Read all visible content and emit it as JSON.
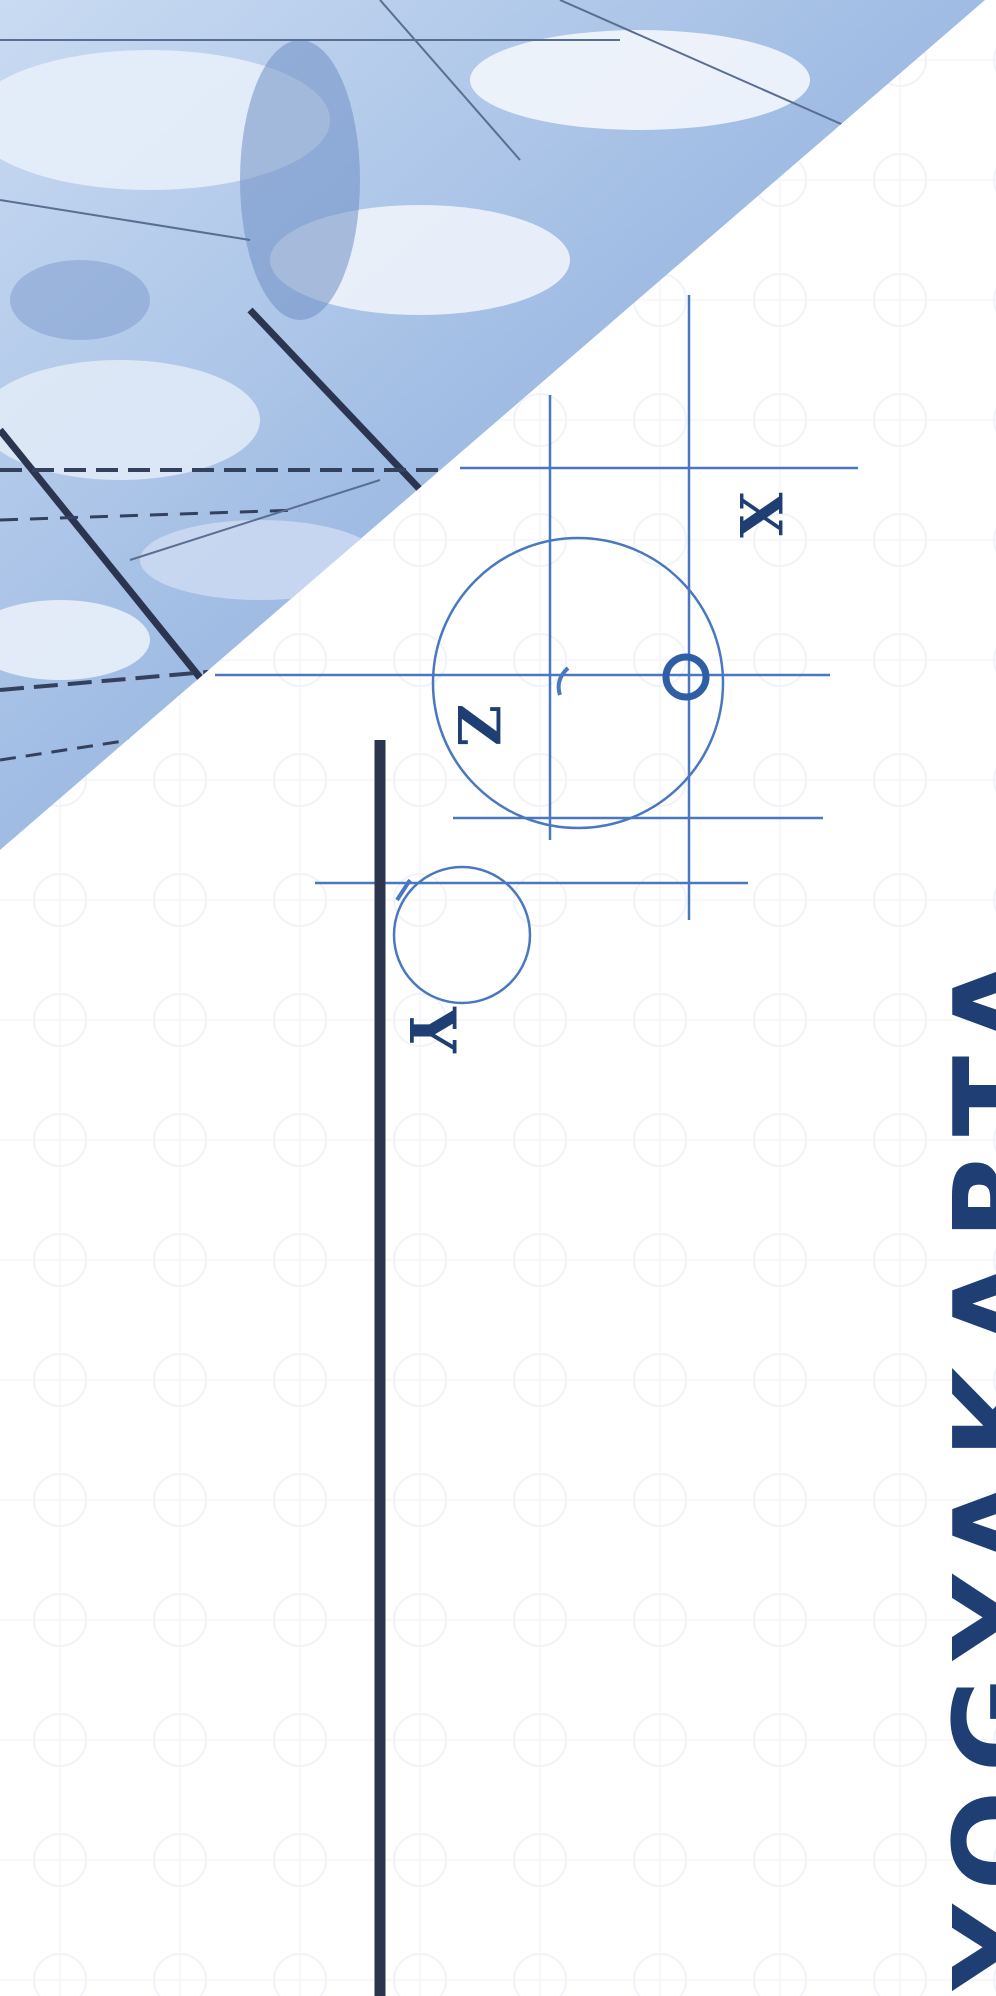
{
  "diagram": {
    "label_x": "X",
    "label_z": "Z",
    "label_y": "Y",
    "label_o": "O"
  },
  "title": "YOGYAKARTA",
  "colors": {
    "background": "#ffffff",
    "line_blue": "#4a78c0",
    "title_navy": "#1f3f74",
    "rule_dark": "#2b3550",
    "photo_light": "#dfe9f8",
    "photo_mid": "#a9c1e6",
    "photo_dark": "#5f80b8"
  }
}
